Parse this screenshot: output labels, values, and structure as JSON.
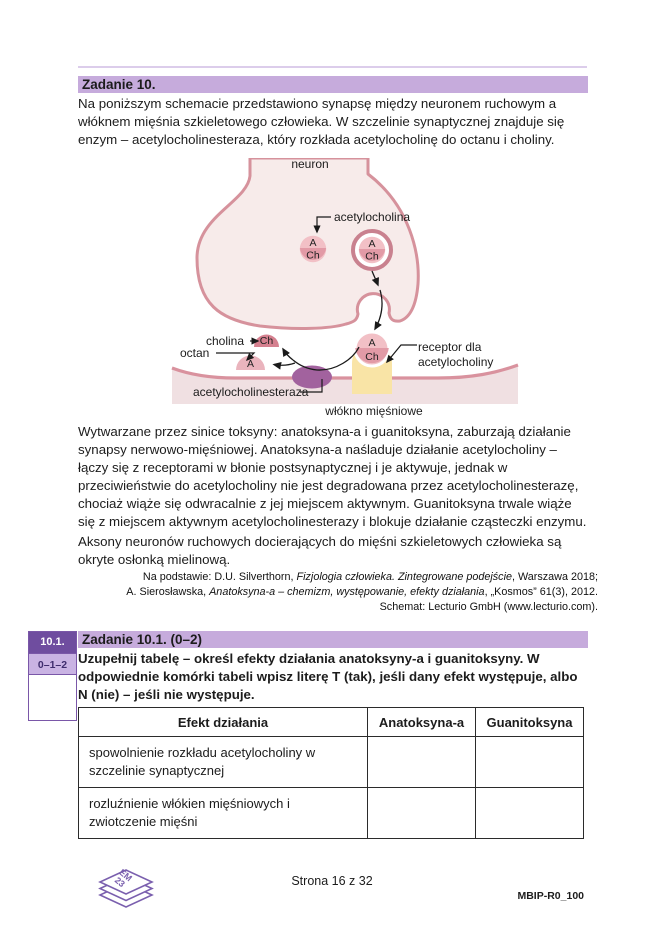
{
  "colors": {
    "header_bar": "#c6abdc",
    "margin_box_dark": "#6f4d9f",
    "margin_box_light": "#c9b3e3",
    "accent_purple": "#7a57a8",
    "neuron_fill": "#f7ebea",
    "membrane_stroke": "#d6929c",
    "molecule_top": "#f2c0c6",
    "molecule_bottom": "#e29aa6",
    "receptor_yellow": "#f9e4a6",
    "enzyme_purple": "#a2629e",
    "choline_rose": "#d5808f",
    "acetate_pink": "#eab4bd",
    "muscle_fill": "#f0e0e2"
  },
  "task10": {
    "header": "Zadanie 10.",
    "intro": "Na poniższym schemacie przedstawiono synapsę między neuronem ruchowym a włóknem mięśnia szkieletowego człowieka. W szczelinie synaptycznej znajduje się enzym – acetylocholinesteraza, który rozkłada acetylocholinę do octanu i choliny.",
    "paragraph1": "Wytwarzane przez sinice toksyny: anatoksyna-a i guanitoksyna, zaburzają działanie synapsy nerwowo-mięśniowej. Anatoksyna-a naśladuje działanie acetylocholiny – łączy się z receptorami w błonie postsynaptycznej i je aktywuje, jednak w przeciwieństwie do acetylocholiny nie jest degradowana przez acetylocholinesterazę, chociaż wiąże się odwracalnie z jej miejscem aktywnym. Guanitoksyna trwale wiąże się z miejscem aktywnym acetylocholinesterazy i blokuje działanie cząsteczki enzymu.",
    "paragraph2": "Aksony neuronów ruchowych docierających do mięśni szkieletowych człowieka są okryte osłonką mielinową.",
    "citation": {
      "line1_pre": "Na podstawie: D.U. Silverthorn, ",
      "line1_italic": "Fizjologia człowieka. Zintegrowane podejście",
      "line1_post": ", Warszawa 2018;",
      "line2_pre": "A. Sierosławska, ",
      "line2_italic": "Anatoksyna-a – chemizm, występowanie, efekty działania",
      "line2_post": ", „Kosmos” 61(3), 2012.",
      "line3": "Schemat: Lecturio GmbH (www.lecturio.com)."
    }
  },
  "diagram": {
    "labels": {
      "neuron": "neuron",
      "acetylocholina": "acetylocholina",
      "cholina": "cholina",
      "octan": "octan",
      "acetylocholinesteraza": "acetylocholinesteraza",
      "receptor_line1": "receptor dla",
      "receptor_line2": "acetylocholiny",
      "wlokno": "włókno mięśniowe",
      "mol_top": "A",
      "mol_bottom": "Ch",
      "product_choline": "Ch",
      "product_acetate": "A"
    }
  },
  "task101": {
    "margin_id": "10.1.",
    "margin_points": "0–1–2",
    "header": "Zadanie 10.1. (0–2)",
    "instruction": "Uzupełnij tabelę – określ efekty działania anatoksyny-a i guanitoksyny. W odpowiednie komórki tabeli wpisz literę T (tak), jeśli dany efekt występuje, albo N (nie) – jeśli nie występuje."
  },
  "table": {
    "headers": [
      "Efekt działania",
      "Anatoksyna-a",
      "Guanitoksyna"
    ],
    "rows": [
      {
        "effect": "spowolnienie rozkładu acetylocholiny w szczelinie synaptycznej",
        "anatoksyna": "",
        "guanitoksyna": ""
      },
      {
        "effect": "rozluźnienie włókien mięśniowych i zwiotczenie mięśni",
        "anatoksyna": "",
        "guanitoksyna": ""
      }
    ]
  },
  "footer": {
    "page_label": "Strona 16 z 32",
    "form_code": "MBIP-R0_100",
    "logo_line1": "EM",
    "logo_line2": "23"
  }
}
